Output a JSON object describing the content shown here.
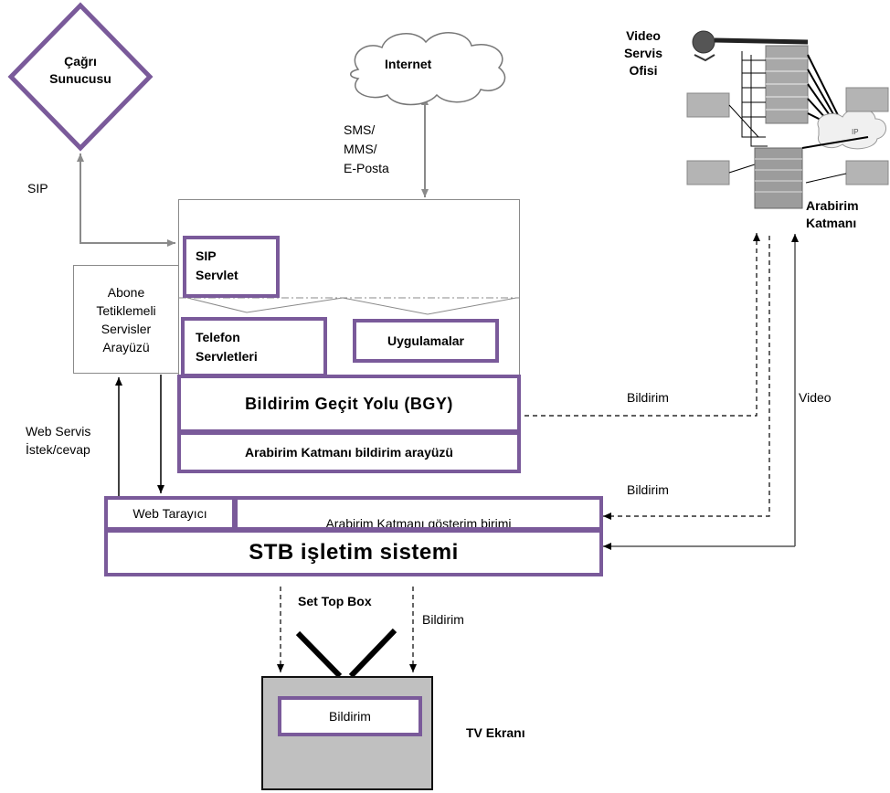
{
  "call_server": {
    "label_line1": "Çağrı",
    "label_line2": "Sunucusu"
  },
  "internet": {
    "label": "Internet"
  },
  "video_office": {
    "line1": "Video",
    "line2": "Servis",
    "line3": "Ofisi",
    "ip_label": "IP"
  },
  "interface_layer": {
    "line1": "Arabirim",
    "line2": "Katmanı"
  },
  "edge_labels": {
    "sip": "SIP",
    "sms_line1": "SMS/",
    "sms_line2": "MMS/",
    "sms_line3": "E-Posta",
    "notify_1": "Bildirim",
    "notify_2": "Bildirim",
    "notify_3": "Bildirim",
    "video": "Video",
    "web_service_line1": "Web Servis",
    "web_service_line2": "İstek/cevap"
  },
  "subscriber_interface": {
    "line1": "Abone",
    "line2": "Tetiklemeli",
    "line3": "Servisler",
    "line4": "Arayüzü"
  },
  "server_blocks": {
    "sip_servlet_line1": "SIP",
    "sip_servlet_line2": "Servlet",
    "phone_servlets_line1": "Telefon",
    "phone_servlets_line2": "Servletleri",
    "applications": "Uygulamalar",
    "gateway": "Bildirim Geçit Yolu (BGY)",
    "gateway_interface": "Arabirim Katmanı bildirim arayüzü"
  },
  "stb": {
    "web_browser": "Web Tarayıcı",
    "display_unit": "Arabirim Katmanı gösterim birimi",
    "os": "STB işletim sistemi",
    "set_top_box": "Set Top Box"
  },
  "tv": {
    "notification": "Bildirim",
    "screen_label": "TV Ekranı"
  },
  "colors": {
    "accent": "#7a5a9a",
    "line": "#808080",
    "tv_gray": "#c0c0c0"
  }
}
